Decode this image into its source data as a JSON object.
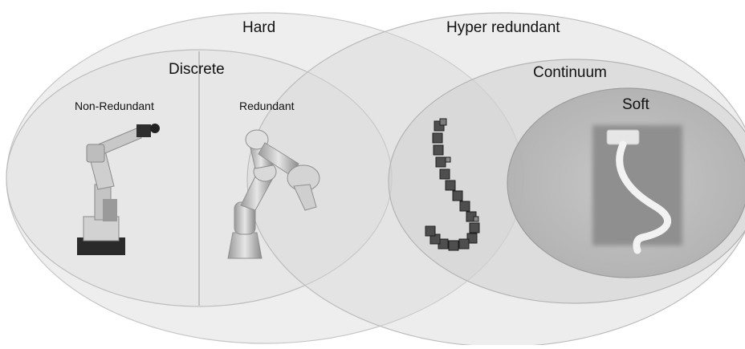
{
  "diagram": {
    "sets": {
      "hard": "Hard",
      "hyper_redundant": "Hyper redundant",
      "discrete": "Discrete",
      "continuum": "Continuum",
      "soft": "Soft"
    },
    "subsets": {
      "non_redundant": "Non-Redundant",
      "redundant": "Redundant"
    },
    "examples": [
      {
        "set": "Non-Redundant",
        "icon": "industrial-robot-arm-icon"
      },
      {
        "set": "Redundant",
        "icon": "collaborative-robot-arm-icon"
      },
      {
        "set": "Hyper redundant",
        "icon": "snake-robot-icon"
      },
      {
        "set": "Soft",
        "icon": "soft-tentacle-robot-icon"
      }
    ]
  }
}
